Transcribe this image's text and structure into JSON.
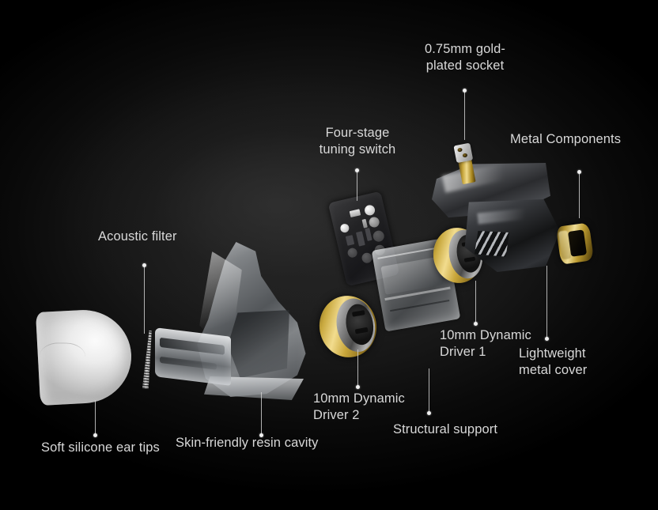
{
  "scene": {
    "title": "Exploded view of in-ear monitor earphone",
    "background_color": "#000000",
    "glow_color": "#262626",
    "label_color": "#d8d8d8"
  },
  "callouts": [
    {
      "id": "gold-plated-socket",
      "text": "0.75mm gold-\nplated socket",
      "align": "center"
    },
    {
      "id": "four-stage-tuning-switch",
      "text": "Four-stage\ntuning switch",
      "align": "center"
    },
    {
      "id": "metal-components",
      "text": "Metal Components",
      "align": "left"
    },
    {
      "id": "acoustic-filter",
      "text": "Acoustic filter",
      "align": "left"
    },
    {
      "id": "dynamic-driver-1",
      "text": "10mm Dynamic\nDriver 1",
      "align": "left"
    },
    {
      "id": "lightweight-metal-cover",
      "text": "Lightweight\nmetal cover",
      "align": "left"
    },
    {
      "id": "dynamic-driver-2",
      "text": "10mm Dynamic\nDriver 2",
      "align": "left"
    },
    {
      "id": "structural-support",
      "text": "Structural support",
      "align": "left"
    },
    {
      "id": "soft-silicone-ear-tips",
      "text": "Soft silicone ear tips",
      "align": "left"
    },
    {
      "id": "skin-friendly-resin-cavity",
      "text": "Skin-friendly resin cavity",
      "align": "left"
    }
  ],
  "parts": [
    {
      "id": "ear-tip",
      "name": "Soft silicone ear tip",
      "color": "#ececec"
    },
    {
      "id": "acoustic-filter-mesh",
      "name": "Acoustic filter mesh",
      "color": "#b0b0b0"
    },
    {
      "id": "resin-cavity",
      "name": "Skin-friendly resin cavity",
      "color": "#9a9ea2"
    },
    {
      "id": "tuning-switch-pcb",
      "name": "Four-stage tuning switch board",
      "color": "#232325"
    },
    {
      "id": "structural-support-block",
      "name": "Structural support",
      "color": "#a0a4a8"
    },
    {
      "id": "dynamic-driver-2-unit",
      "name": "10mm dynamic driver 2",
      "color": "#c8a63a"
    },
    {
      "id": "dynamic-driver-1-unit",
      "name": "10mm dynamic driver 1",
      "color": "#c8a63a"
    },
    {
      "id": "metal-shell",
      "name": "Metal components faceplate",
      "color": "#3a3c40"
    },
    {
      "id": "gold-socket",
      "name": "0.75mm gold-plated socket",
      "color": "#c7a63c"
    },
    {
      "id": "metal-cover",
      "name": "Lightweight metal cover",
      "color": "#bd9c32"
    }
  ]
}
